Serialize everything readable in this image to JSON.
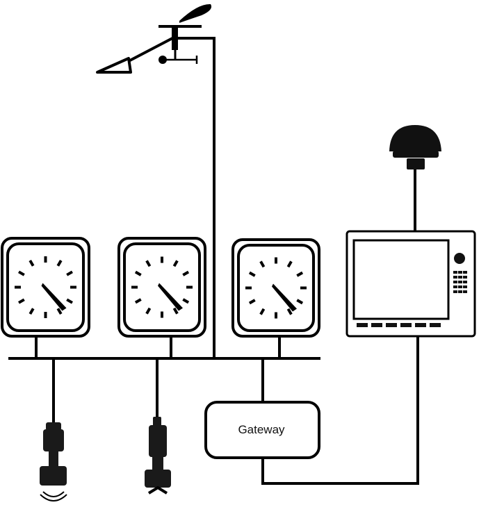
{
  "diagram": {
    "gateway_label": "Gateway",
    "colors": {
      "stroke": "#000000",
      "fill_dark": "#1a1a1a",
      "background": "#ffffff"
    },
    "components": {
      "wind_vane": "wind-vane-icon",
      "gauges": [
        "gauge-1",
        "gauge-2",
        "gauge-3"
      ],
      "gps_antenna": "gps-antenna-icon",
      "chartplotter": "chartplotter-display",
      "sensors": [
        "depth-transducer-icon",
        "speed-transducer-icon"
      ]
    }
  }
}
